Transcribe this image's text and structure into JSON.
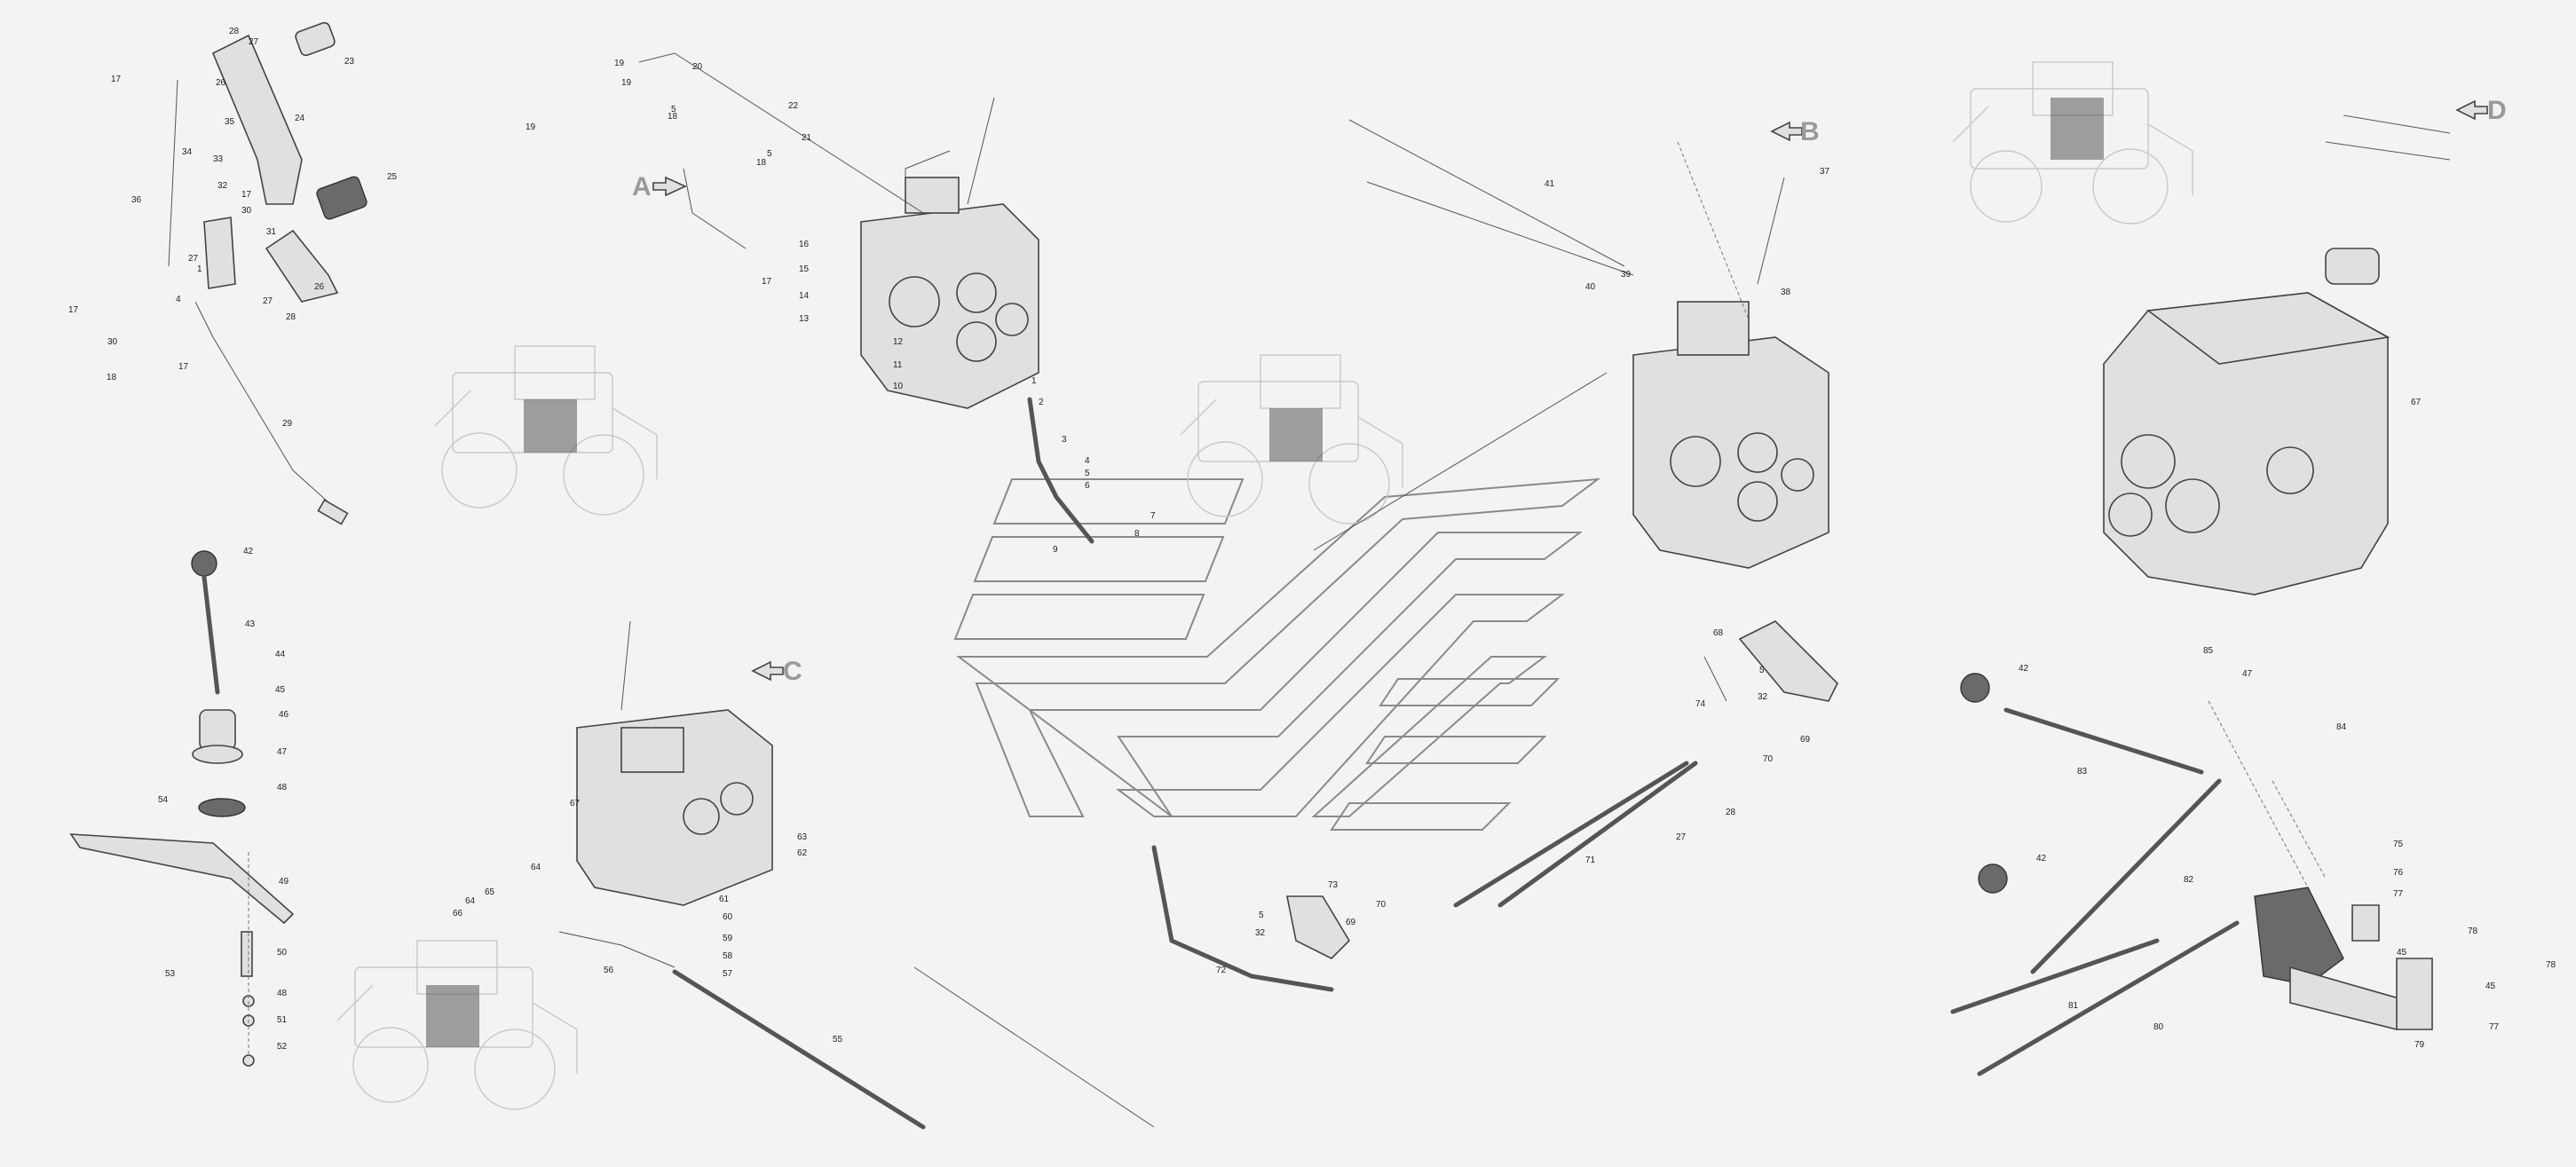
{
  "callouts": [
    {
      "id": "A",
      "label": "A"
    },
    {
      "id": "B",
      "label": "B"
    },
    {
      "id": "C",
      "label": "C"
    },
    {
      "id": "D",
      "label": "D"
    }
  ],
  "part_numbers": {
    "n1": "1",
    "n2": "2",
    "n3": "3",
    "n4": "4",
    "n5": "5",
    "n6": "6",
    "n7": "7",
    "n8": "8",
    "n9": "9",
    "n10": "10",
    "n11": "11",
    "n12": "12",
    "n13": "13",
    "n14": "14",
    "n15": "15",
    "n16": "16",
    "n17": "17",
    "n18": "18",
    "n19": "19",
    "n20": "20",
    "n21": "21",
    "n22": "22",
    "n23": "23",
    "n24": "24",
    "n25": "25",
    "n26": "26",
    "n27": "27",
    "n28": "28",
    "n29": "29",
    "n30": "30",
    "n31": "31",
    "n32": "32",
    "n33": "33",
    "n34": "34",
    "n35": "35",
    "n36": "36",
    "n37": "37",
    "n38": "38",
    "n39": "39",
    "n40": "40",
    "n41": "41",
    "n42": "42",
    "n43": "43",
    "n44": "44",
    "n45": "45",
    "n46": "46",
    "n47": "47",
    "n48": "48",
    "n49": "49",
    "n50": "50",
    "n51": "51",
    "n52": "52",
    "n53": "53",
    "n54": "54",
    "n55": "55",
    "n56": "56",
    "n57": "57",
    "n58": "58",
    "n59": "59",
    "n60": "60",
    "n61": "61",
    "n62": "62",
    "n63": "63",
    "n64": "64",
    "n65": "65",
    "n66": "66",
    "n67": "67",
    "n68": "68",
    "n69": "69",
    "n70": "70",
    "n71": "71",
    "n72": "72",
    "n73": "73",
    "n74": "74",
    "n75": "75",
    "n76": "76",
    "n77": "77",
    "n78": "78",
    "n79": "79",
    "n80": "80",
    "n81": "81",
    "n82": "82",
    "n83": "83",
    "n84": "84",
    "n85": "85"
  },
  "icons": [
    "callout-arrow-icon",
    "tractor-icon",
    "gearbox-icon",
    "brand-logo-icon"
  ],
  "colors": {
    "background": "#f3f4f1",
    "line": "#444444",
    "callout": "#9a9a9a",
    "ghost": "#c8c8c8"
  }
}
